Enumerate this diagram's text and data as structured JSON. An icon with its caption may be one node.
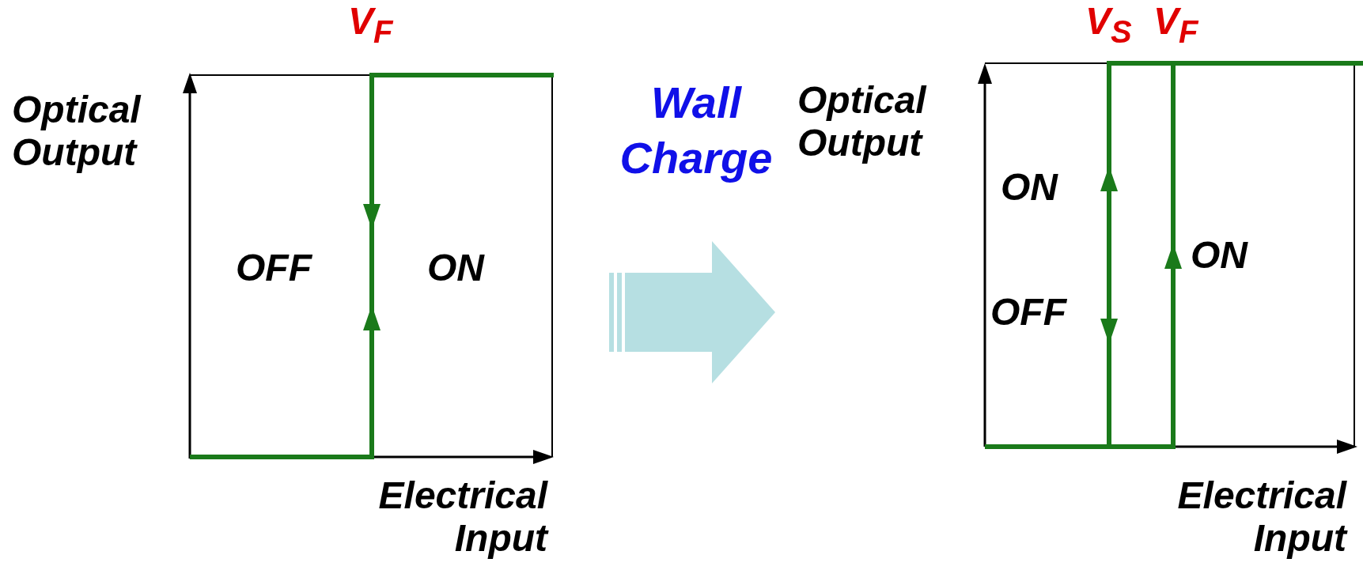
{
  "diagram": {
    "labels": [
      "V$_{F}$",
      "Optical Output",
      "OFF",
      "ON",
      "Electrical Input",
      "Wall Charge",
      "V$_{S}$",
      "V$_{F}$",
      "Optical Output",
      "ON",
      "OFF",
      "ON",
      "Electrical Input"
    ]
  }
}
